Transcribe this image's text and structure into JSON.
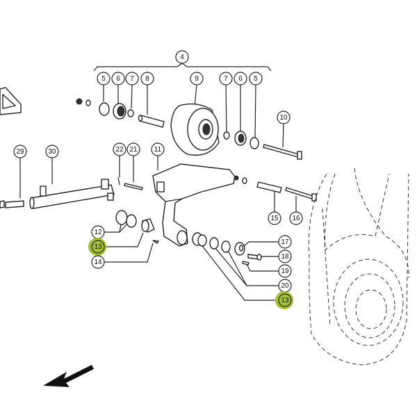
{
  "diagram": {
    "type": "exploded parts diagram",
    "highlight_color": "#a3c12d",
    "callouts": [
      {
        "id": "c4",
        "label": "4"
      },
      {
        "id": "c5a",
        "label": "5"
      },
      {
        "id": "c6a",
        "label": "6"
      },
      {
        "id": "c7a",
        "label": "7"
      },
      {
        "id": "c8",
        "label": "8"
      },
      {
        "id": "c9",
        "label": "9"
      },
      {
        "id": "c7b",
        "label": "7"
      },
      {
        "id": "c6b",
        "label": "6"
      },
      {
        "id": "c5b",
        "label": "5"
      },
      {
        "id": "c10",
        "label": "10"
      },
      {
        "id": "c22",
        "label": "22"
      },
      {
        "id": "c21",
        "label": "21"
      },
      {
        "id": "c11",
        "label": "11"
      },
      {
        "id": "c29",
        "label": "29"
      },
      {
        "id": "c30",
        "label": "30"
      },
      {
        "id": "c15",
        "label": "15"
      },
      {
        "id": "c16",
        "label": "16"
      },
      {
        "id": "c12",
        "label": "12"
      },
      {
        "id": "c13a",
        "label": "13",
        "highlighted": true
      },
      {
        "id": "c14",
        "label": "14"
      },
      {
        "id": "c17",
        "label": "17"
      },
      {
        "id": "c18",
        "label": "18"
      },
      {
        "id": "c19",
        "label": "19"
      },
      {
        "id": "c20",
        "label": "20"
      },
      {
        "id": "c13b",
        "label": "13",
        "highlighted": true
      }
    ]
  }
}
